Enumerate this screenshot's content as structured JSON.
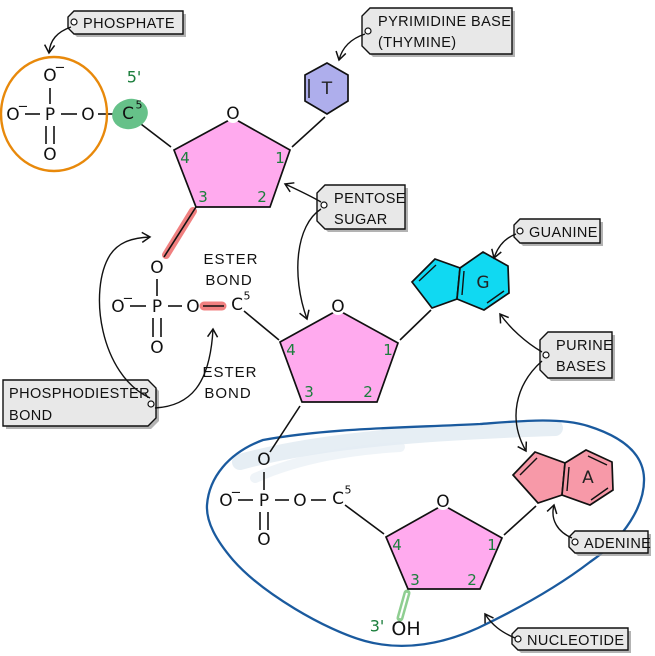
{
  "diagram": {
    "tags": {
      "phosphate": "PHOSPHATE",
      "pyrimidine_base_line1": "PYRIMIDINE BASE",
      "pyrimidine_base_line2": "(THYMINE)",
      "pentose_sugar_line1": "PENTOSE",
      "pentose_sugar_line2": "SUGAR",
      "guanine": "GUANINE",
      "purine_bases_line1": "PURINE",
      "purine_bases_line2": "BASES",
      "phosphodiester_bond_line1": "PHOSPHODIESTER",
      "phosphodiester_bond_line2": "BOND",
      "adenine": "ADENINE",
      "nucleotide": "NUCLEOTIDE"
    },
    "annotations": {
      "ester_bond_line1": "ESTER",
      "ester_bond_line2": "BOND",
      "five_prime": "5'",
      "three_prime": "3'"
    },
    "atoms": {
      "oxygen": "O",
      "phosphorus": "P",
      "carbon": "C",
      "hydroxyl": "OH",
      "minus": "−",
      "superscript_five": "5"
    },
    "bases": {
      "thymine": "T",
      "guanine": "G",
      "adenine": "A"
    },
    "sugar_carbon_numbers": {
      "c1": "1",
      "c2": "2",
      "c3": "3",
      "c4": "4"
    },
    "colors": {
      "sugar_fill": "#FFAAEE",
      "thymine_fill": "#AEAEEC",
      "guanine_fill": "#10D9F2",
      "adenine_fill": "#F799A8",
      "carbon5_highlight": "#66C189",
      "ester_highlight_red": "#F08080",
      "hydroxyl_highlight_green": "#8FCE91",
      "phosphate_circle_orange": "#E8890B",
      "nucleotide_outline_blue": "#1A5A9E",
      "number_green": "#1B7E3C",
      "tag_fill": "#E8E8E8"
    }
  }
}
